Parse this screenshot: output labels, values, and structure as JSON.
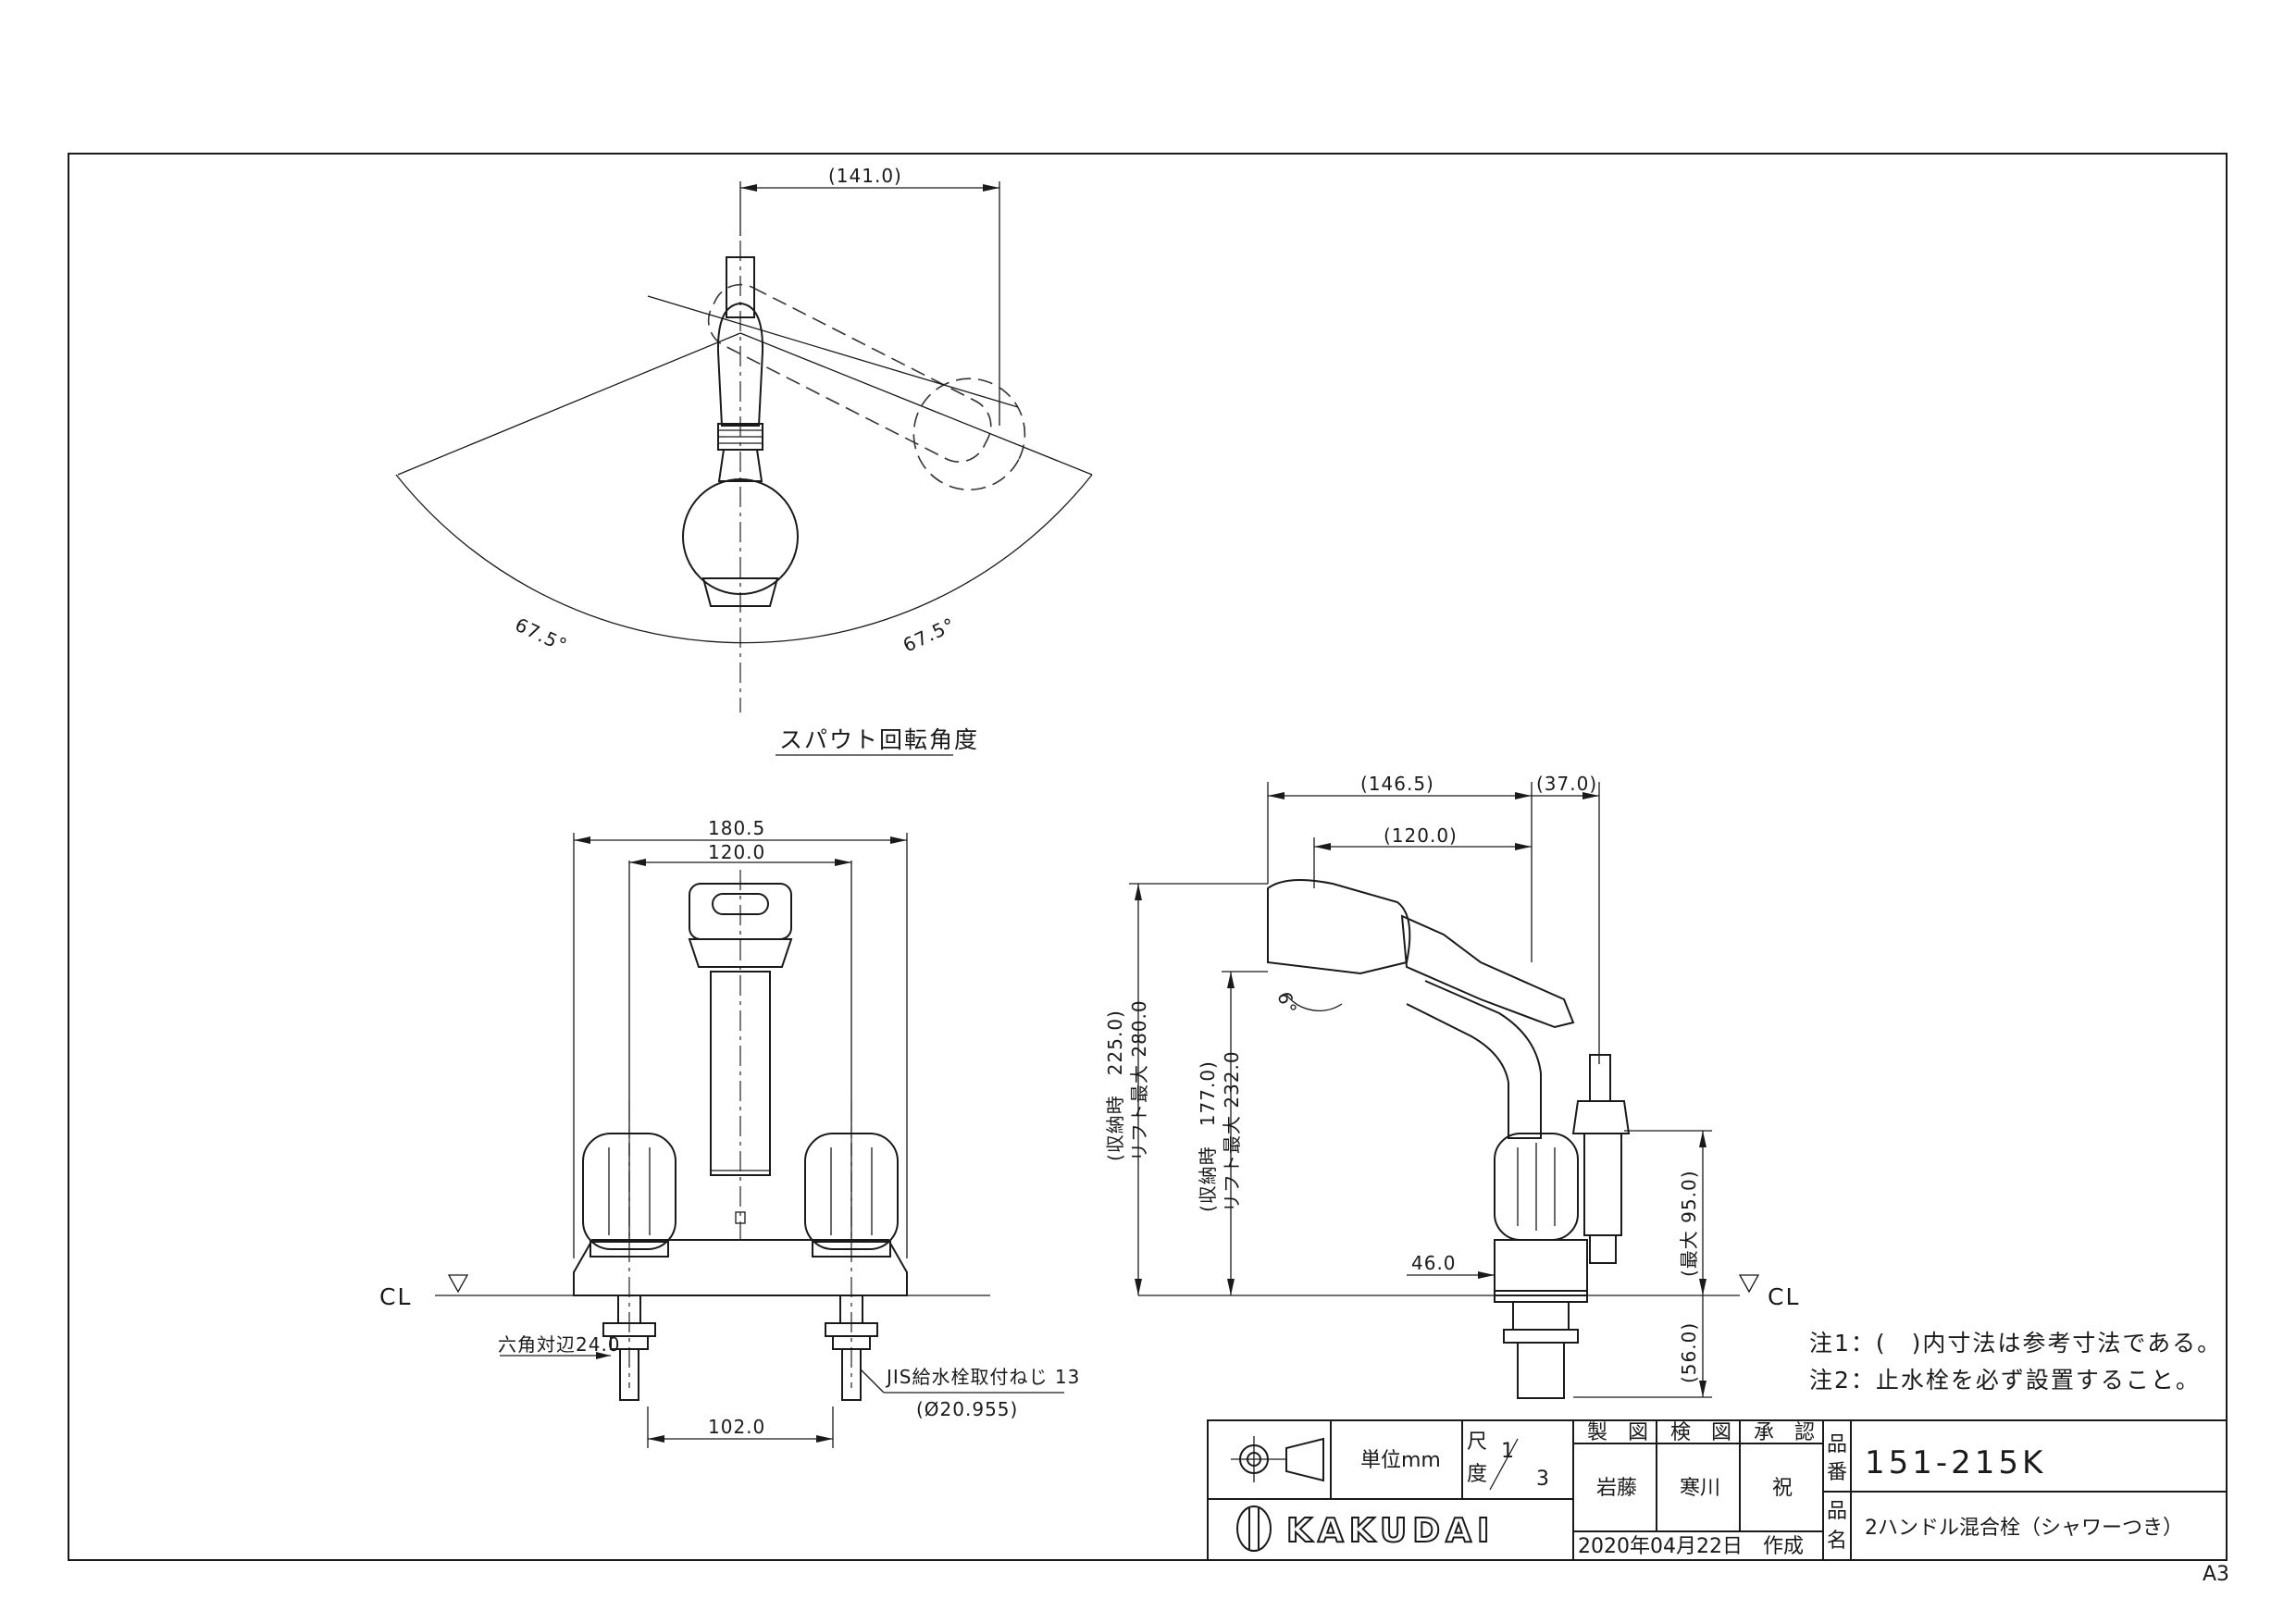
{
  "top_view": {
    "dims": {
      "width": "(141.0)",
      "angle_left": "67.5°",
      "angle_right": "67.5°"
    },
    "caption": "スパウト回転角度"
  },
  "front_view": {
    "dims": {
      "overall": "180.5",
      "handle_pitch": "120.0",
      "hex": "六角対辺24.0",
      "pipe_pitch": "102.0",
      "thread_1": "JIS給水栓取付ねじ 13",
      "thread_2": "(Ø20.955)"
    },
    "cl": "CL"
  },
  "side_view": {
    "dims": {
      "reach": "(146.5)",
      "reach2": "(120.0)",
      "valve": "(37.0)",
      "angle": "6°",
      "height_outer_1": "(収納時　225.0)",
      "height_outer_2": "リフト最大 280.0",
      "height_inner_1": "(収納時　177.0)",
      "height_inner_2": "リフト最大 232.0",
      "base": "46.0",
      "max_right": "(最大 95.0)",
      "below": "(56.0)"
    },
    "cl": "CL"
  },
  "notes": [
    "注1：(　)内寸法は参考寸法である。",
    "注2：止水栓を必ず設置すること。"
  ],
  "title_block": {
    "unit_label": "単位mm",
    "scale_label_1": "尺",
    "scale_label_2": "度",
    "scale_num": "1",
    "scale_den": "3",
    "hdr_drawn": "製　図",
    "hdr_checked": "検　図",
    "hdr_approved": "承　認",
    "name_drawn": "岩藤",
    "name_checked": "寒川",
    "name_approved": "祝",
    "part_no_label_1": "品",
    "part_no_label_2": "番",
    "part_no": "151-215K",
    "part_name_label_1": "品",
    "part_name_label_2": "名",
    "part_name": "2ハンドル混合栓（シャワーつき）",
    "date": "2020年04月22日　作成",
    "brand": "KAKUDAI"
  },
  "sheet_size": "A3"
}
